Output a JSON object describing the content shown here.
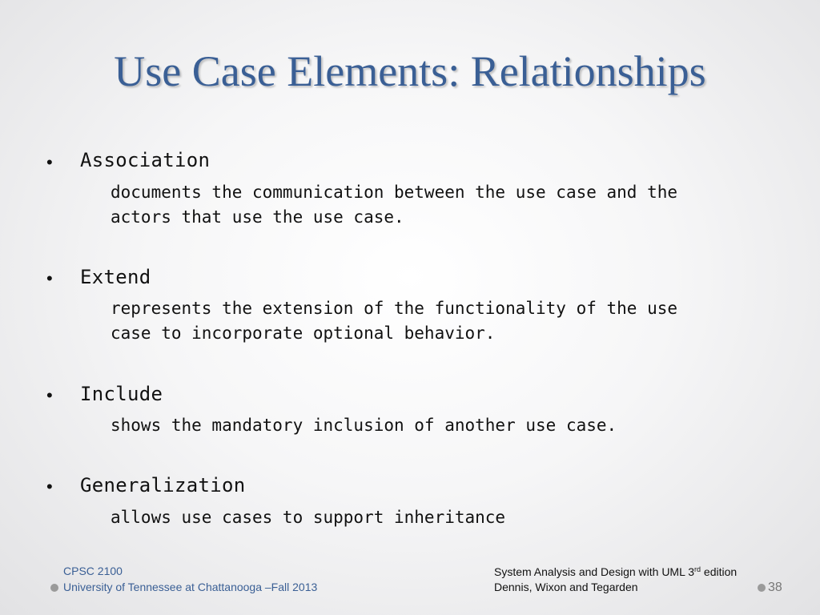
{
  "slide": {
    "title": "Use Case Elements: Relationships",
    "bullets": [
      {
        "term": "Association",
        "description": "documents the communication between the use case and the\nactors that use the use case."
      },
      {
        "term": "Extend",
        "description": "represents the extension of the functionality of the use\ncase to incorporate optional behavior."
      },
      {
        "term": "Include",
        "description": "shows the mandatory inclusion of another use case."
      },
      {
        "term": "Generalization",
        "description": "allows use cases to support inheritance"
      }
    ],
    "bullet_symbol": "•"
  },
  "footer": {
    "course": "CPSC 2100",
    "university": "University of Tennessee at Chattanooga –Fall 2013",
    "book_title_prefix": "System Analysis and Design  with UML  3",
    "book_title_sup": "rd",
    "book_title_suffix": " edition",
    "authors": "Dennis, Wixon and Tegarden",
    "page_number": "38"
  },
  "colors": {
    "title": "#3a5f95",
    "footer_left_text": "#3a5f95",
    "footer_dot": "#9a9a9a"
  }
}
